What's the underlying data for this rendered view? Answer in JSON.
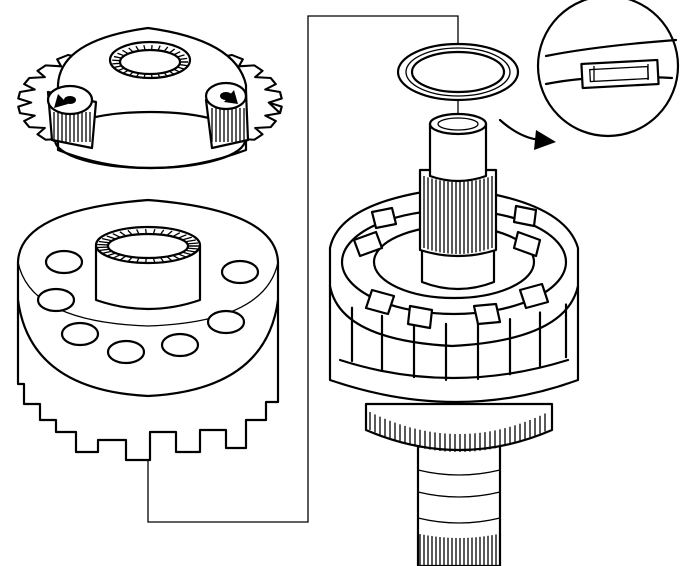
{
  "diagram": {
    "components": [
      {
        "id": "planetary-carrier",
        "kind": "carrier with pinion gears"
      },
      {
        "id": "ring-gear-drum",
        "kind": "drum with internal splined hub"
      },
      {
        "id": "thrust-washer",
        "kind": "washer"
      },
      {
        "id": "washer-detail",
        "kind": "magnified cross-section inset"
      },
      {
        "id": "input-shaft-assembly",
        "kind": "shaft with drum and sprags"
      }
    ],
    "connectors": [
      {
        "from": "planetary-carrier",
        "to": "ring-gear-drum",
        "style": "leader-line"
      },
      {
        "from": "ring-gear-drum",
        "to": "input-shaft-assembly",
        "style": "bracket-line"
      },
      {
        "from": "washer-detail",
        "to": "thrust-washer",
        "style": "arrow"
      }
    ]
  }
}
